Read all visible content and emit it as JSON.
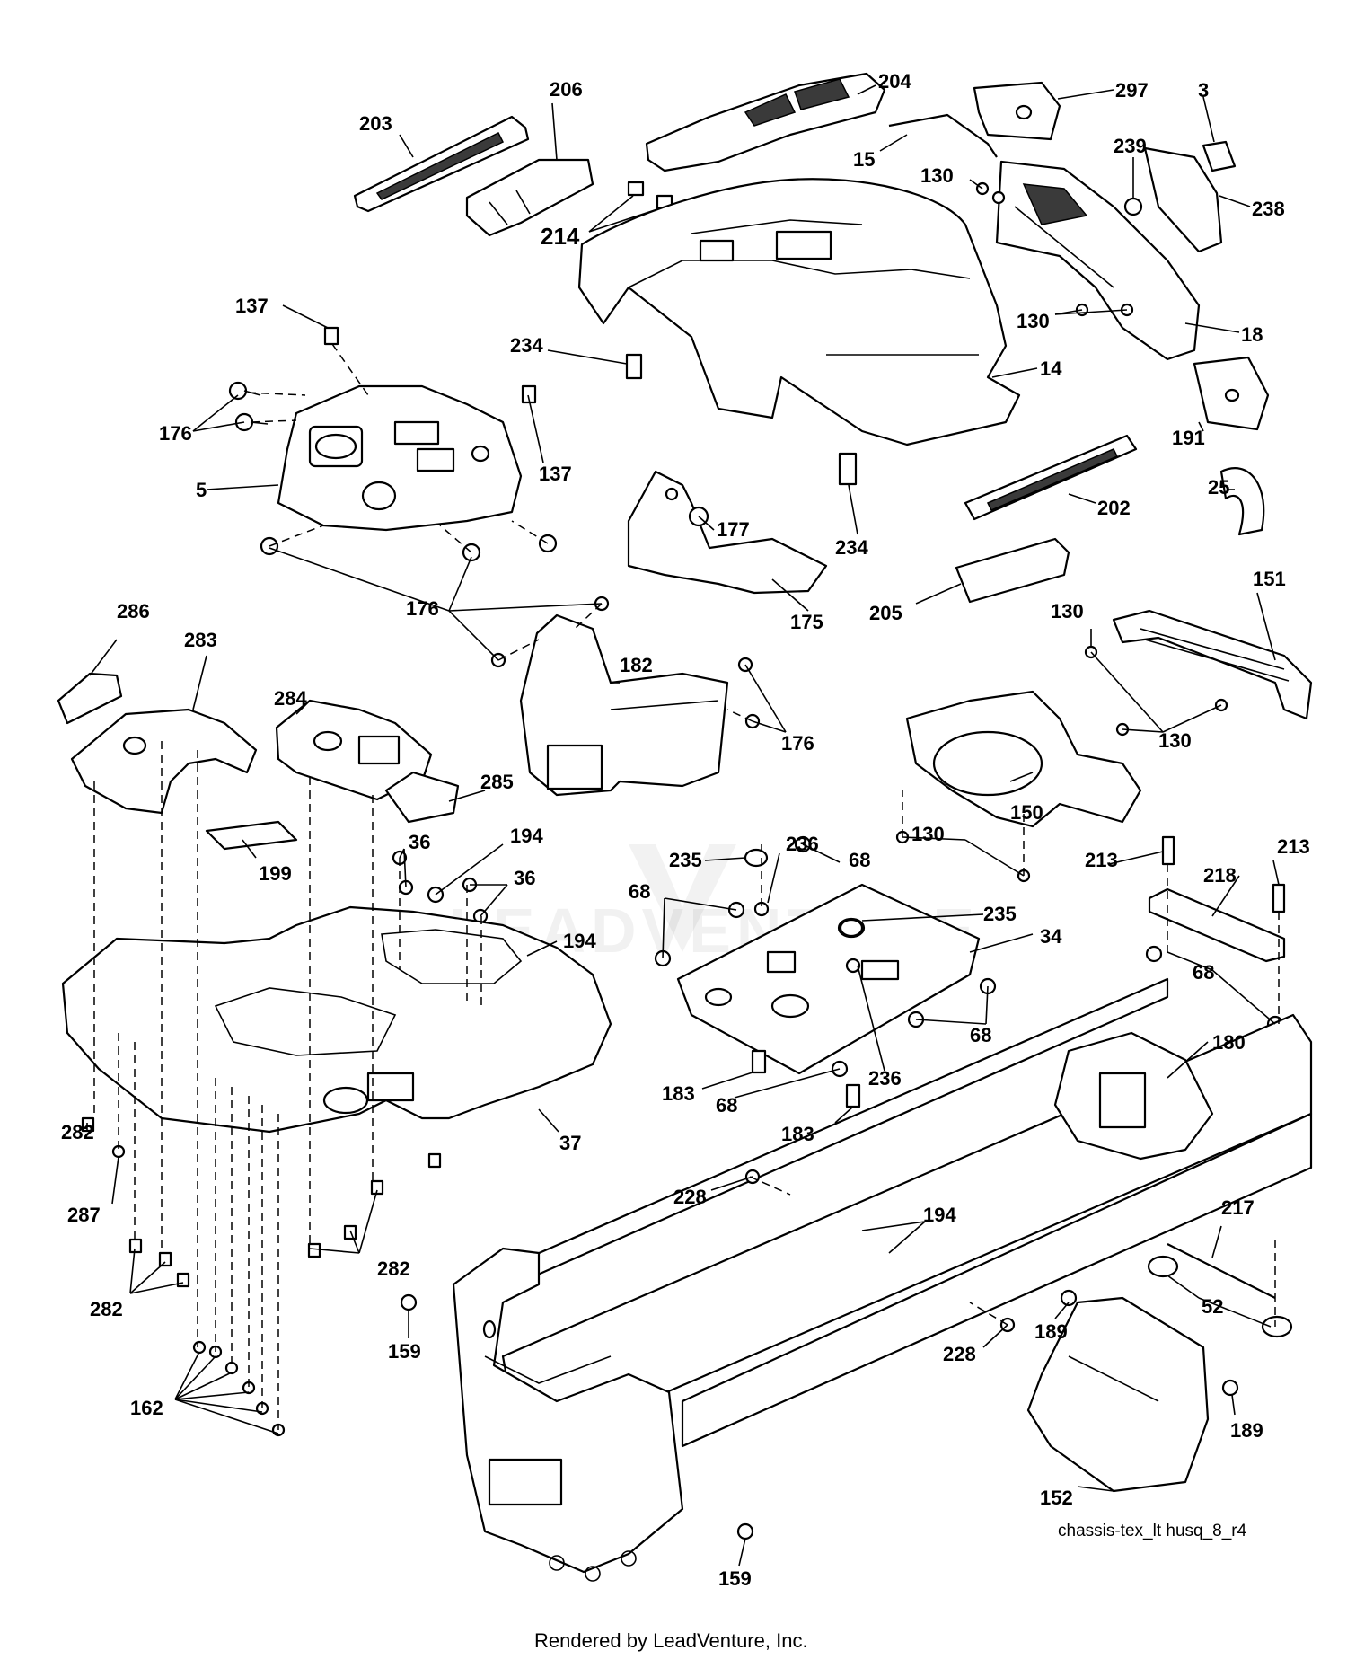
{
  "diagram": {
    "reference_label": "chassis-tex_lt husq_8_r4",
    "rendered_by": "Rendered by LeadVenture, Inc.",
    "watermark_text": "LEADVENTURE",
    "callouts": {
      "c203": "203",
      "c206": "206",
      "c204": "204",
      "c297": "297",
      "c3": "3",
      "c15": "15",
      "c130a": "130",
      "c239": "239",
      "c238": "238",
      "c214": "214",
      "c130b": "130",
      "c18": "18",
      "c137a": "137",
      "c234a": "234",
      "c14": "14",
      "c176a": "176",
      "c137b": "137",
      "c5": "5",
      "c191": "191",
      "c177": "177",
      "c234b": "234",
      "c25": "25",
      "c202": "202",
      "c176b": "176",
      "c175": "175",
      "c205": "205",
      "c151": "151",
      "c130c": "130",
      "c286": "286",
      "c283": "283",
      "c284": "284",
      "c182": "182",
      "c176c": "176",
      "c130d": "130",
      "c285": "285",
      "c150": "150",
      "c130e": "130",
      "c36a": "36",
      "c194a": "194",
      "c36b": "36",
      "c199": "199",
      "c235a": "235",
      "c236a": "236",
      "c68a": "68",
      "c213a": "213",
      "c213b": "213",
      "c218": "218",
      "c68b": "68",
      "c235b": "235",
      "c194b": "194",
      "c34": "34",
      "c68c": "68",
      "c68d": "68",
      "c180": "180",
      "c183a": "183",
      "c68e": "68",
      "c236b": "236",
      "c282a": "282",
      "c183b": "183",
      "c37": "37",
      "c287": "287",
      "c228a": "228",
      "c194c": "194",
      "c217": "217",
      "c282b": "282",
      "c282c": "282",
      "c52": "52",
      "c189a": "189",
      "c228b": "228",
      "c159a": "159",
      "c162": "162",
      "c189b": "189",
      "c152": "152",
      "c159b": "159"
    }
  }
}
